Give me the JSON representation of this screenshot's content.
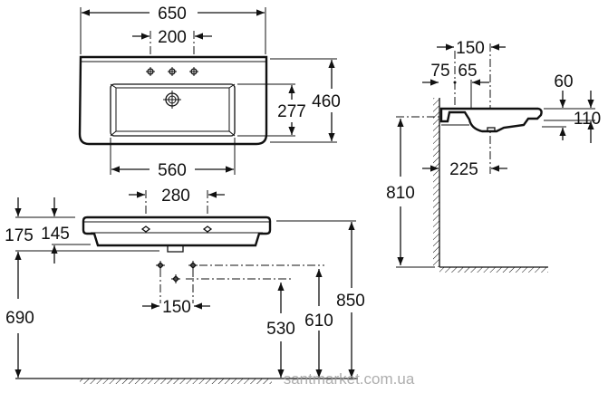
{
  "top_view": {
    "overall_width": "650",
    "tap_spacing": "200",
    "bowl_depth": "277",
    "overall_depth": "460",
    "bowl_width": "560"
  },
  "front_view": {
    "tap_spacing": "280",
    "height_175": "175",
    "height_145": "145",
    "underside_height": "690",
    "supply_spacing": "150",
    "supply_low": "530",
    "supply_high": "610",
    "rim_height": "850"
  },
  "side_view": {
    "tap_offset": "150",
    "wall_gap_75": "75",
    "offset_65": "65",
    "rim_60": "60",
    "rim_110": "110",
    "drain_offset": "225",
    "centerline_height": "810"
  },
  "watermark": "santmarket.com.ua"
}
